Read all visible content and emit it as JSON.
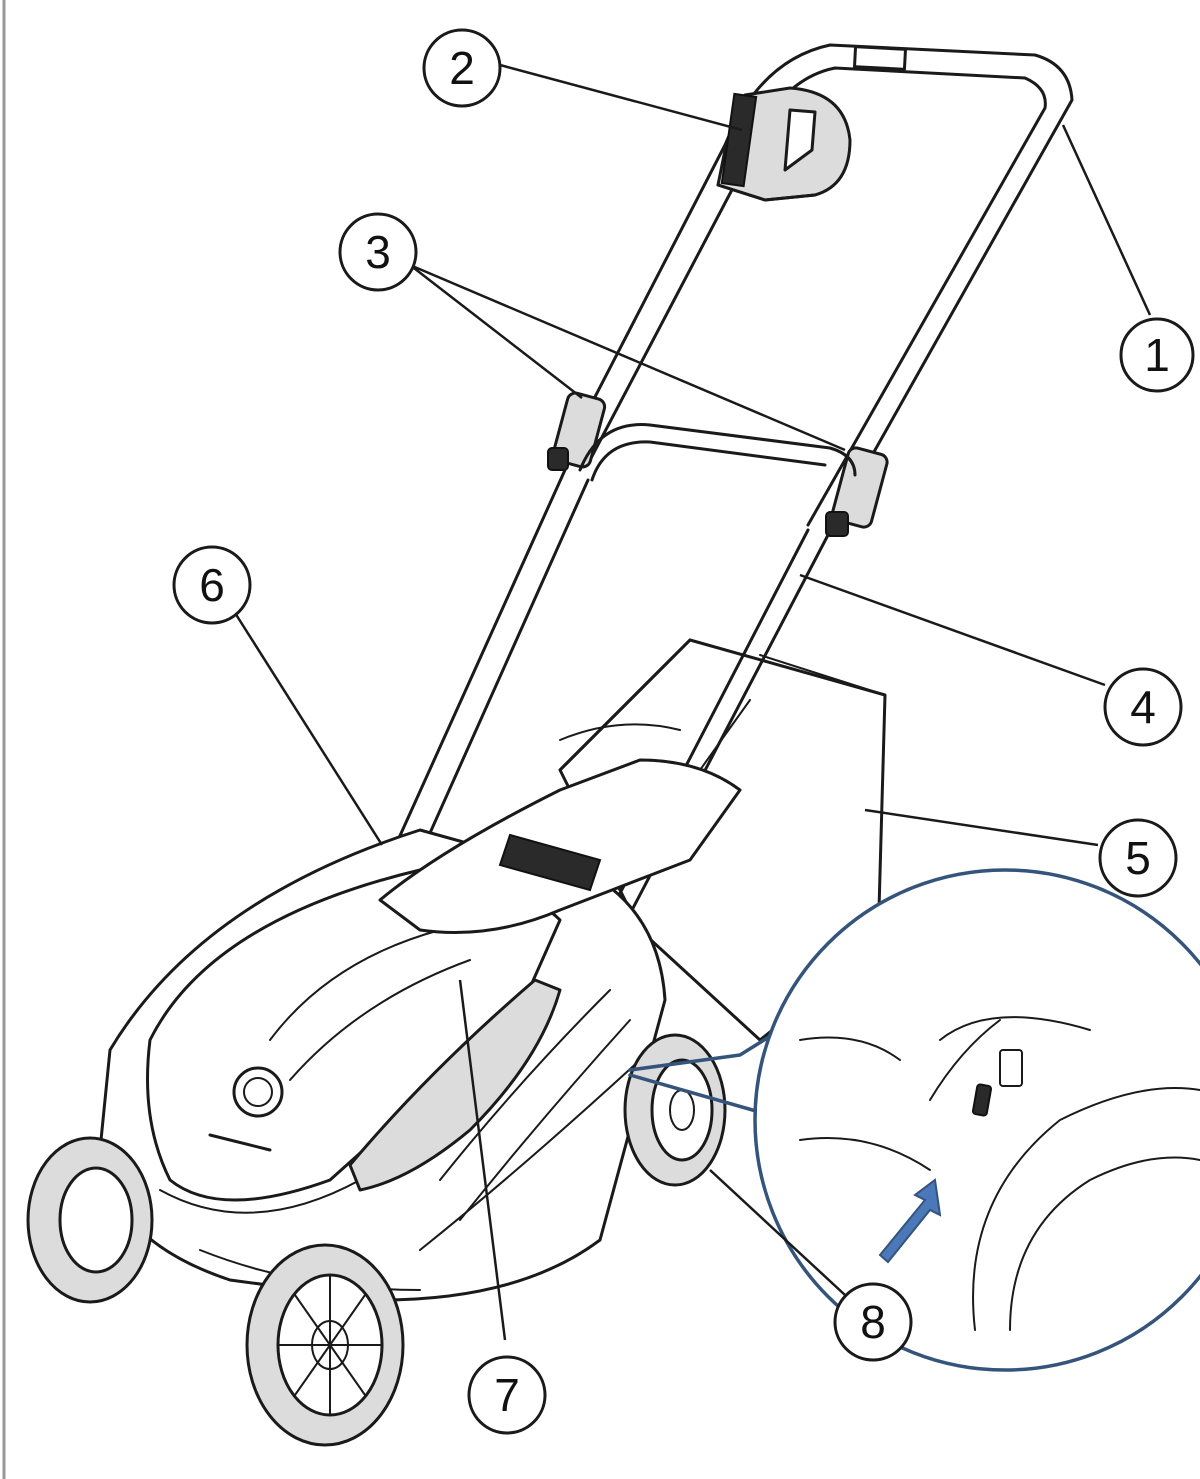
{
  "diagram": {
    "callouts": [
      {
        "id": "1",
        "label": "1"
      },
      {
        "id": "2",
        "label": "2"
      },
      {
        "id": "3",
        "label": "3"
      },
      {
        "id": "4",
        "label": "4"
      },
      {
        "id": "5",
        "label": "5"
      },
      {
        "id": "6",
        "label": "6"
      },
      {
        "id": "7",
        "label": "7"
      },
      {
        "id": "8",
        "label": "8"
      }
    ],
    "colors": {
      "line": "#1a1a1a",
      "detail_circle": "#35547c",
      "arrow": "#4a78b8"
    }
  }
}
